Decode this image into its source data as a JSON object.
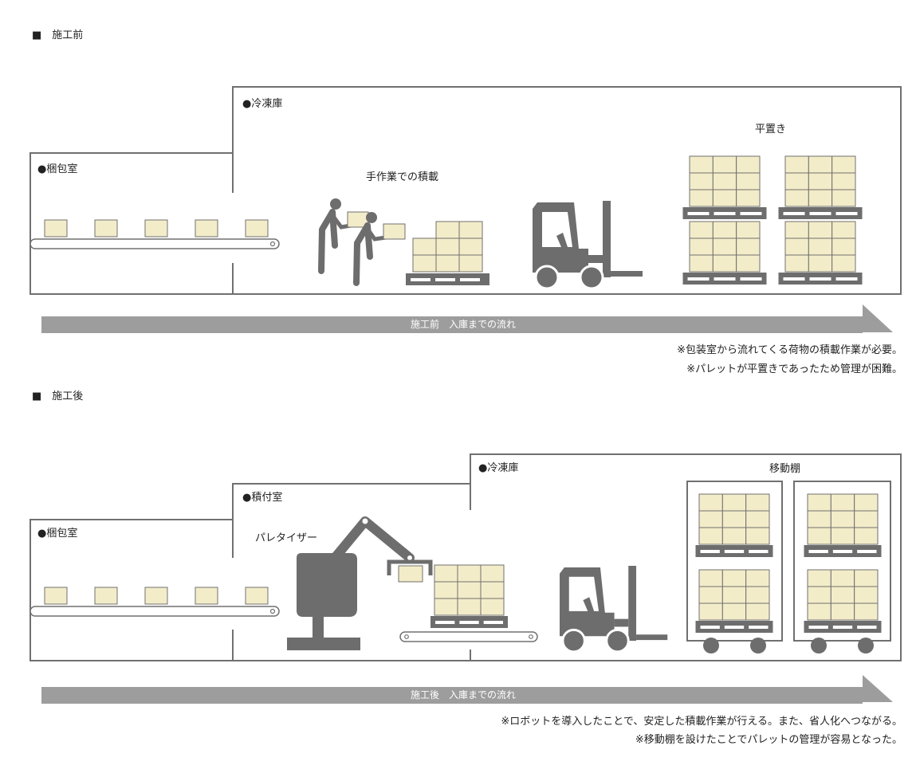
{
  "before": {
    "heading": "■　施工前",
    "packing_room": "●梱包室",
    "freezer": "●冷凍庫",
    "manual_label": "手作業での積載",
    "flat_label": "平置き",
    "flow_label": "施工前　入庫までの流れ",
    "notes": [
      "※包装室から流れてくる荷物の積載作業が必要。",
      "※パレットが平置きであったため管理が困難。"
    ]
  },
  "after": {
    "heading": "■　施工後",
    "packing_room": "●梱包室",
    "loading_room": "●積付室",
    "freezer": "●冷凍庫",
    "palletizer_label": "パレタイザー",
    "rack_label": "移動棚",
    "flow_label": "施工後　入庫までの流れ",
    "notes": [
      "※ロボットを導入したことで、安定した積載作業が行える。また、省人化へつながる。",
      "※移動棚を設けたことでパレットの管理が容易となった。"
    ]
  },
  "colors": {
    "line": "#707070",
    "machine": "#6d6d6d",
    "box_fill": "#f3ecc9",
    "arrow": "#9d9d9d"
  }
}
